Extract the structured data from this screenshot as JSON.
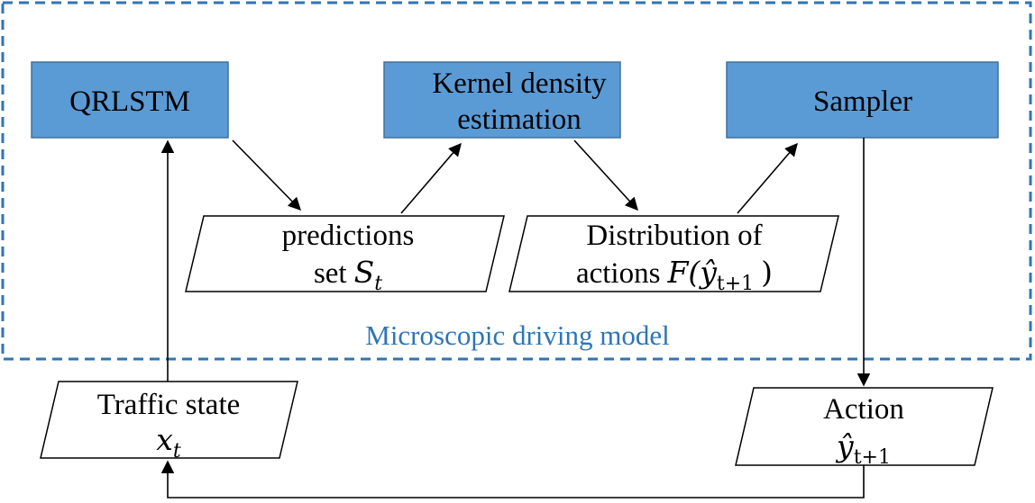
{
  "group": {
    "label": "Microscopic driving model",
    "border_color": "#2e75b6",
    "label_color": "#2e75b6"
  },
  "colors": {
    "process_fill": "#5b9bd5",
    "process_stroke": "#41719c",
    "data_fill": "#ffffff",
    "line": "#000000"
  },
  "process_nodes": {
    "qrlstm": {
      "label": "QRLSTM"
    },
    "kde": {
      "label_line1": "Kernel density",
      "label_line2": "estimation"
    },
    "sampler": {
      "label": "Sampler"
    }
  },
  "data_nodes": {
    "predictions": {
      "label_line1": "predictions",
      "label_line2": "set",
      "math_symbol": "S",
      "math_subscript": "t"
    },
    "distribution": {
      "label_line1": "Distribution of",
      "label_line2": "actions",
      "math_fn": "F(",
      "math_symbol": "ŷ",
      "math_subscript": "t+1",
      "math_close": ")"
    },
    "traffic_state": {
      "label_line1": "Traffic state",
      "math_symbol": "x",
      "math_subscript": "t"
    },
    "action": {
      "label_line1": "Action",
      "math_symbol": "ŷ",
      "math_subscript": "t+1"
    }
  }
}
